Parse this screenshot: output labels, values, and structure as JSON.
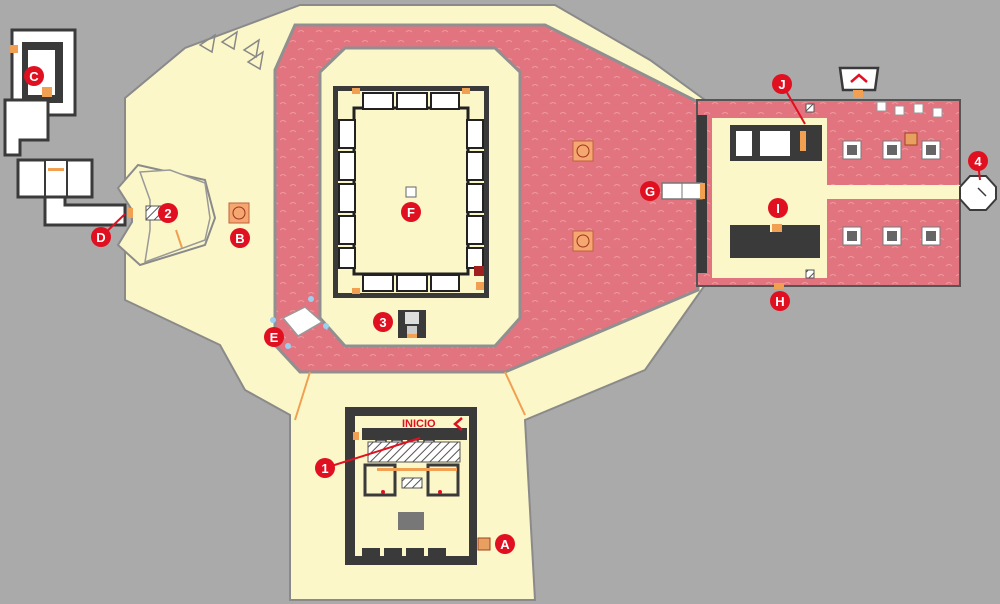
{
  "start_label": "INICIO",
  "markers": {
    "A": "A",
    "B": "B",
    "C": "C",
    "D": "D",
    "E": "E",
    "F": "F",
    "G": "G",
    "H": "H",
    "I": "I",
    "J": "J",
    "n1": "1",
    "n2": "2",
    "n3": "3",
    "n4": "4"
  },
  "colors": {
    "background": "#aaaaaa",
    "floor": "#fbf7c8",
    "lava": "#e0707e",
    "wall": "#3a3a3a",
    "marker": "#e01020",
    "door": "#f0a050"
  }
}
